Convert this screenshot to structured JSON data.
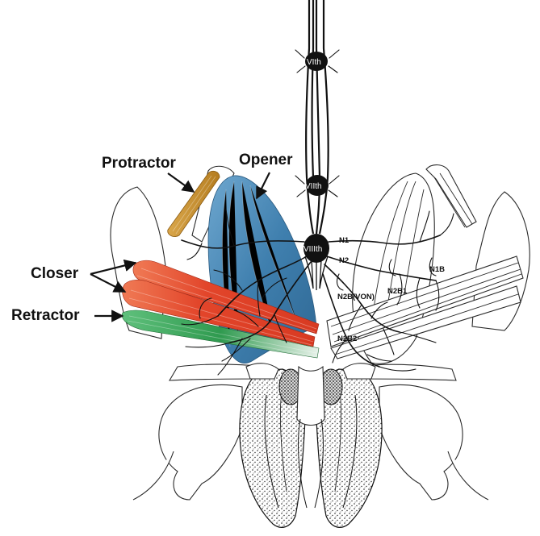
{
  "labels": {
    "protractor": "Protractor",
    "opener": "Opener",
    "closer": "Closer",
    "retractor": "Retractor"
  },
  "ganglia": {
    "vith": "VIth",
    "viith": "VIIth",
    "viiith": "VIIIth"
  },
  "nerves": {
    "n1": "N1",
    "n2": "N2",
    "n1b": "N1B",
    "n2b_von": "N2B(VON)",
    "n2b1": "N2B1",
    "n2b2": "N2B2"
  },
  "colors": {
    "protractor": "#c8922e",
    "opener": "#3f7fae",
    "closer": "#e2452a",
    "retractor": "#2f9a4f",
    "nerve": "#111111"
  }
}
